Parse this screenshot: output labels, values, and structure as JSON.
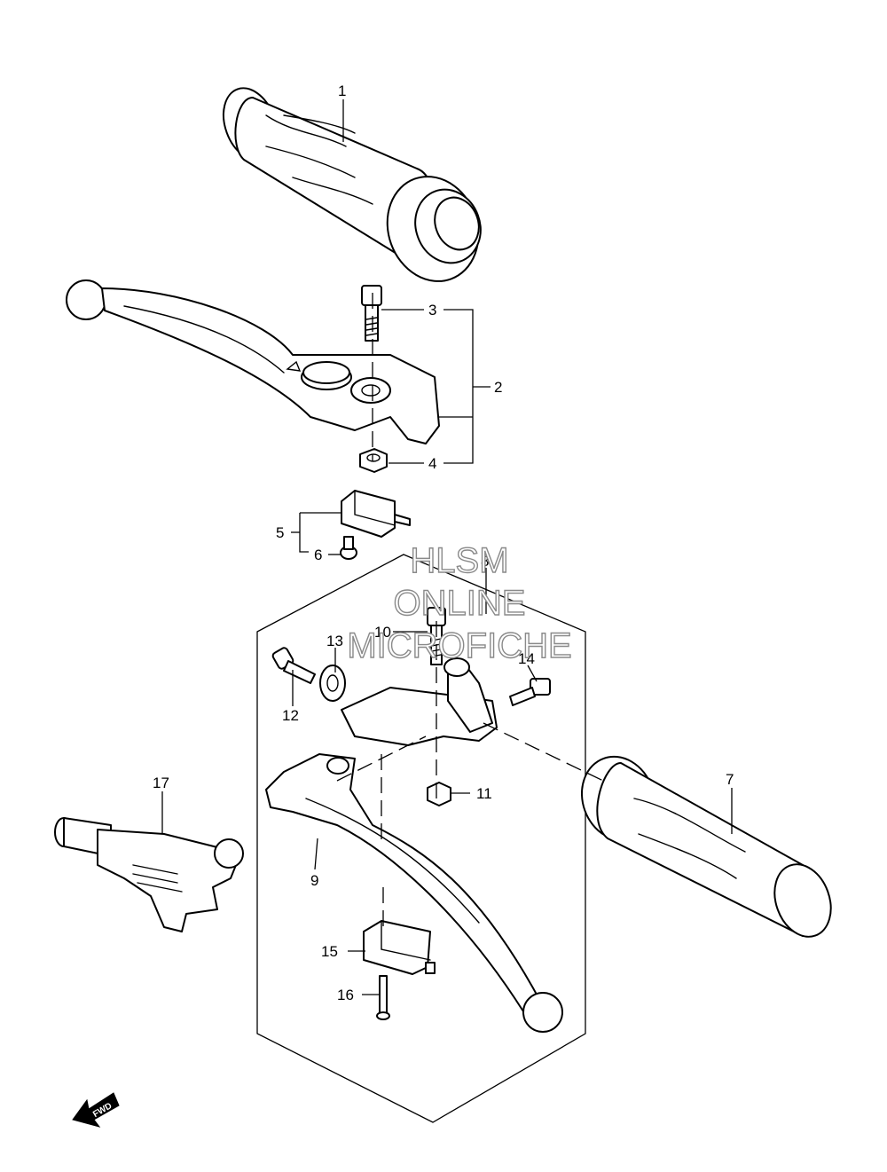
{
  "diagram": {
    "callouts": [
      "1",
      "2",
      "3",
      "4",
      "5",
      "6",
      "7",
      "8",
      "9",
      "10",
      "11",
      "12",
      "13",
      "14",
      "15",
      "16",
      "17"
    ],
    "watermark": [
      "HLSM",
      "ONLINE",
      "MICROFICHE"
    ],
    "direction_label": "FWD",
    "icons": [
      "fwd-arrow-icon"
    ],
    "colors": {
      "line": "#000000",
      "watermark_outline": "#8a8a8a",
      "background": "#ffffff"
    }
  }
}
